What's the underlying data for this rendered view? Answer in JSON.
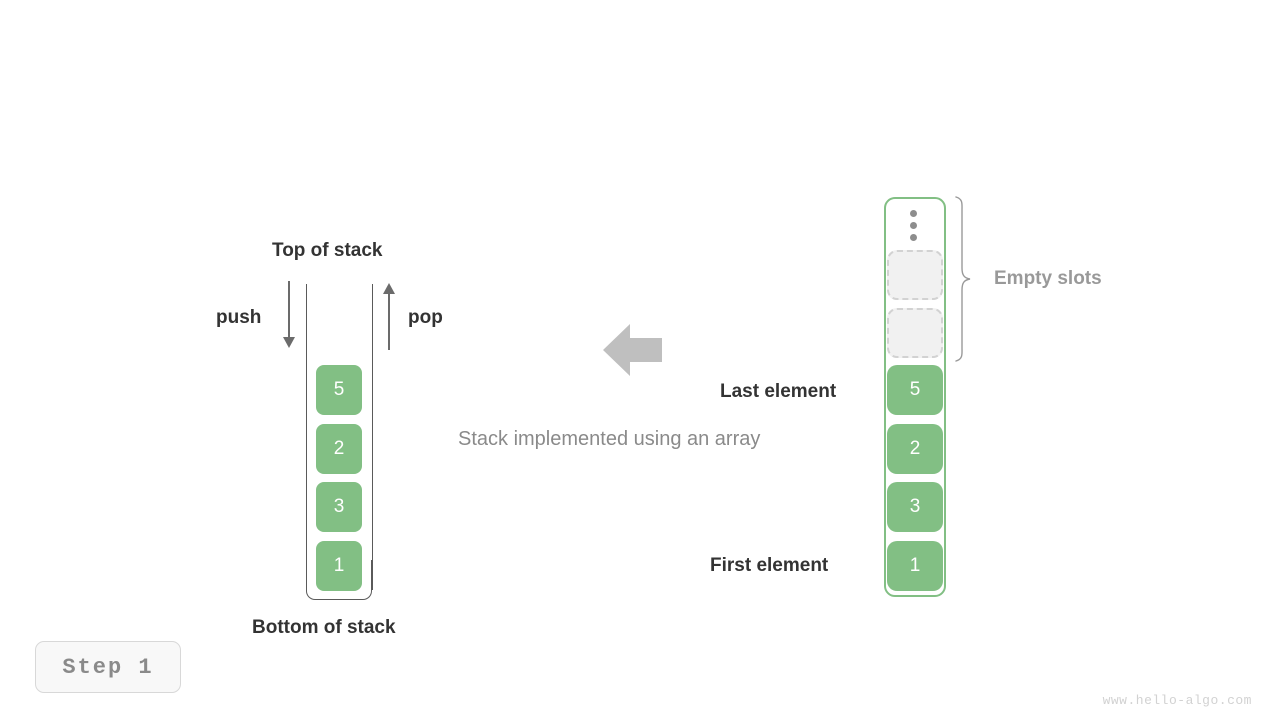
{
  "diagram": {
    "caption": "Stack implemented using an array",
    "step_badge": "Step  1",
    "watermark": "www.hello-algo.com",
    "colors": {
      "element_fill": "#82bf84",
      "element_text": "#ffffff",
      "empty_slot_fill": "#f1f1f1",
      "empty_slot_border": "#d2d2d2",
      "array_border": "#82bf84",
      "label_dark": "#333333",
      "label_gray": "#999999",
      "caption_gray": "#8a8a8a",
      "arrow_gray": "#6b6b6b",
      "big_arrow_gray": "#bfbfbf"
    }
  },
  "left_stack": {
    "top_label": "Top of stack",
    "bottom_label": "Bottom of stack",
    "push_label": "push",
    "pop_label": "pop",
    "elements": [
      "5",
      "2",
      "3",
      "1"
    ]
  },
  "right_array": {
    "empty_slots_label": "Empty slots",
    "last_element_label": "Last element",
    "first_element_label": "First element",
    "ellipsis": "vertical-ellipsis",
    "empty_slot_count": 2,
    "elements": [
      "5",
      "2",
      "3",
      "1"
    ]
  }
}
